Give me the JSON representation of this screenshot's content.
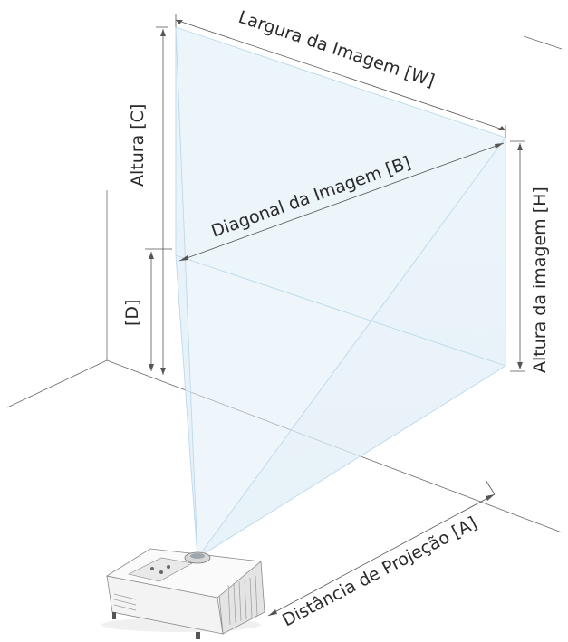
{
  "labels": {
    "image_width": "Largura da Imagem [W]",
    "image_diagonal": "Diagonal da Imagem [B]",
    "height_c": "Altura [C]",
    "offset_d": "[D]",
    "image_height": "Altura da imagem [H]",
    "projection_distance": "Distância de Projeção [A]"
  },
  "colors": {
    "projection_fill": "#e6f1f8",
    "projection_edge": "#b8d4e6",
    "line": "#6a6a6a",
    "text": "#2a2a2a"
  },
  "icons": {
    "projector": "projector-icon"
  }
}
